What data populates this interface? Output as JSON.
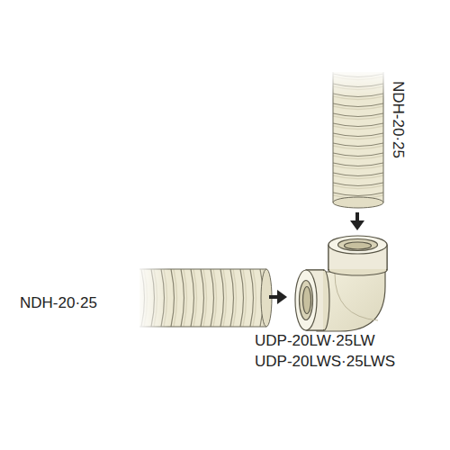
{
  "diagram": {
    "labels": [
      "NDH-20·25",
      "NDH-20·25",
      "UDP-20LW·25LW",
      "UDP-20LWS·25LWS"
    ]
  }
}
